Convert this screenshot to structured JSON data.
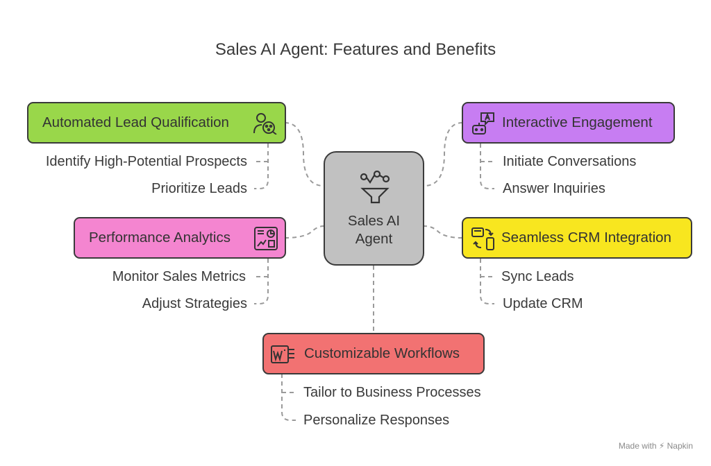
{
  "title": "Sales AI Agent: Features and Benefits",
  "center": {
    "line1": "Sales AI",
    "line2": "Agent",
    "icon": "funnel-network-icon"
  },
  "features": [
    {
      "label": "Automated Lead Qualification",
      "color": "#99d74a",
      "icon": "user-search-icon",
      "items": [
        "Identify High-Potential Prospects",
        "Prioritize Leads"
      ]
    },
    {
      "label": "Interactive Engagement",
      "color": "#c77df2",
      "icon": "robot-chat-icon",
      "items": [
        "Initiate Conversations",
        "Answer Inquiries"
      ]
    },
    {
      "label": "Performance Analytics",
      "color": "#f485d0",
      "icon": "analytics-dashboard-icon",
      "items": [
        "Monitor Sales Metrics",
        "Adjust Strategies"
      ]
    },
    {
      "label": "Seamless CRM Integration",
      "color": "#f8e61f",
      "icon": "sync-devices-icon",
      "items": [
        "Sync Leads",
        "Update CRM"
      ]
    },
    {
      "label": "Customizable Workflows",
      "color": "#f27272",
      "icon": "workflow-document-icon",
      "items": [
        "Tailor to Business Processes",
        "Personalize Responses"
      ]
    }
  ],
  "footer": "Made with ⚡ Napkin"
}
